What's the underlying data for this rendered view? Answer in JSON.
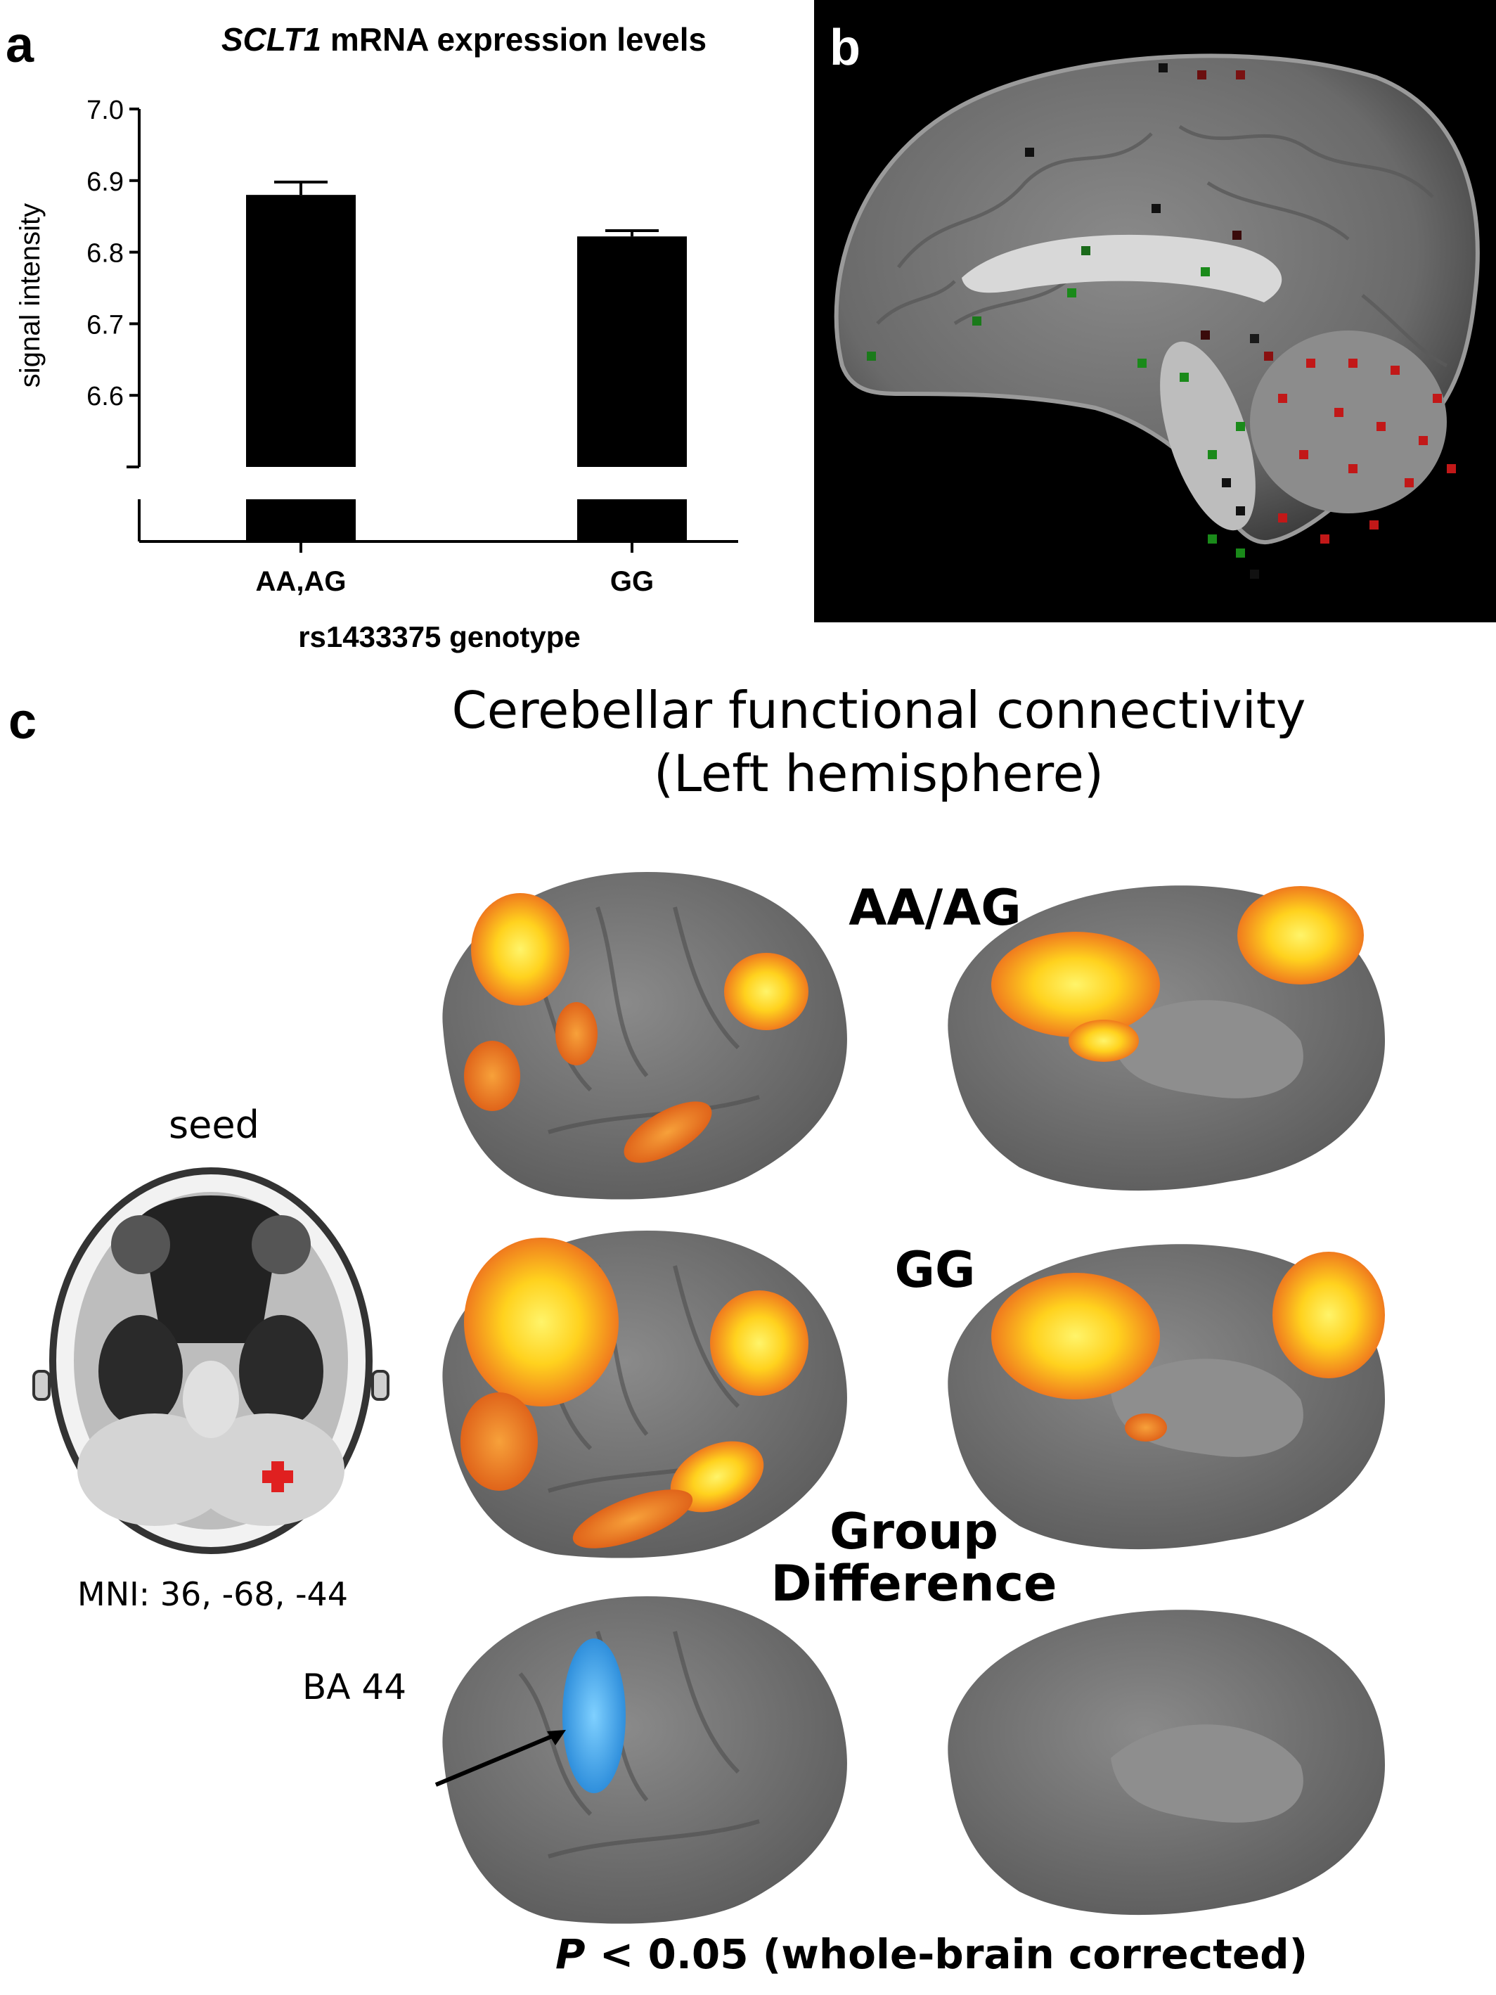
{
  "panels": {
    "a": "a",
    "b": "b",
    "c": "c"
  },
  "chart_data": {
    "type": "bar",
    "title_italic": "SCLT1",
    "title_rest": " mRNA expression levels",
    "categories": [
      "AA,AG",
      "GG"
    ],
    "values": [
      6.88,
      6.822
    ],
    "errors": [
      0.018,
      0.008
    ],
    "xlabel": "rs1433375 genotype",
    "ylabel": "signal intensity",
    "yticks": [
      "7.0",
      "6.9",
      "6.8",
      "6.7",
      "6.6"
    ],
    "ylim": [
      6.5,
      7.0
    ],
    "axis_break": true,
    "bar_color": "#000000",
    "grid": false
  },
  "panel_c": {
    "title_line1": "Cerebellar functional connectivity",
    "title_line2": "(Left hemisphere)",
    "group1": "AA/AG",
    "group2": "GG",
    "group_diff_line1": "Group",
    "group_diff_line2": "Difference",
    "seed_label": "seed",
    "mni": "MNI: 36, -68, -44",
    "ba_label": "BA 44",
    "p_italic": "P",
    "p_rest": " < 0.05 (whole-brain corrected)"
  },
  "colors": {
    "activation_hot": "#ffee22",
    "activation_warm": "#f07a1e",
    "difference_blue": "#3fa0e8",
    "cortex_gray": "#6e6e6e",
    "seed_red": "#e02020"
  }
}
